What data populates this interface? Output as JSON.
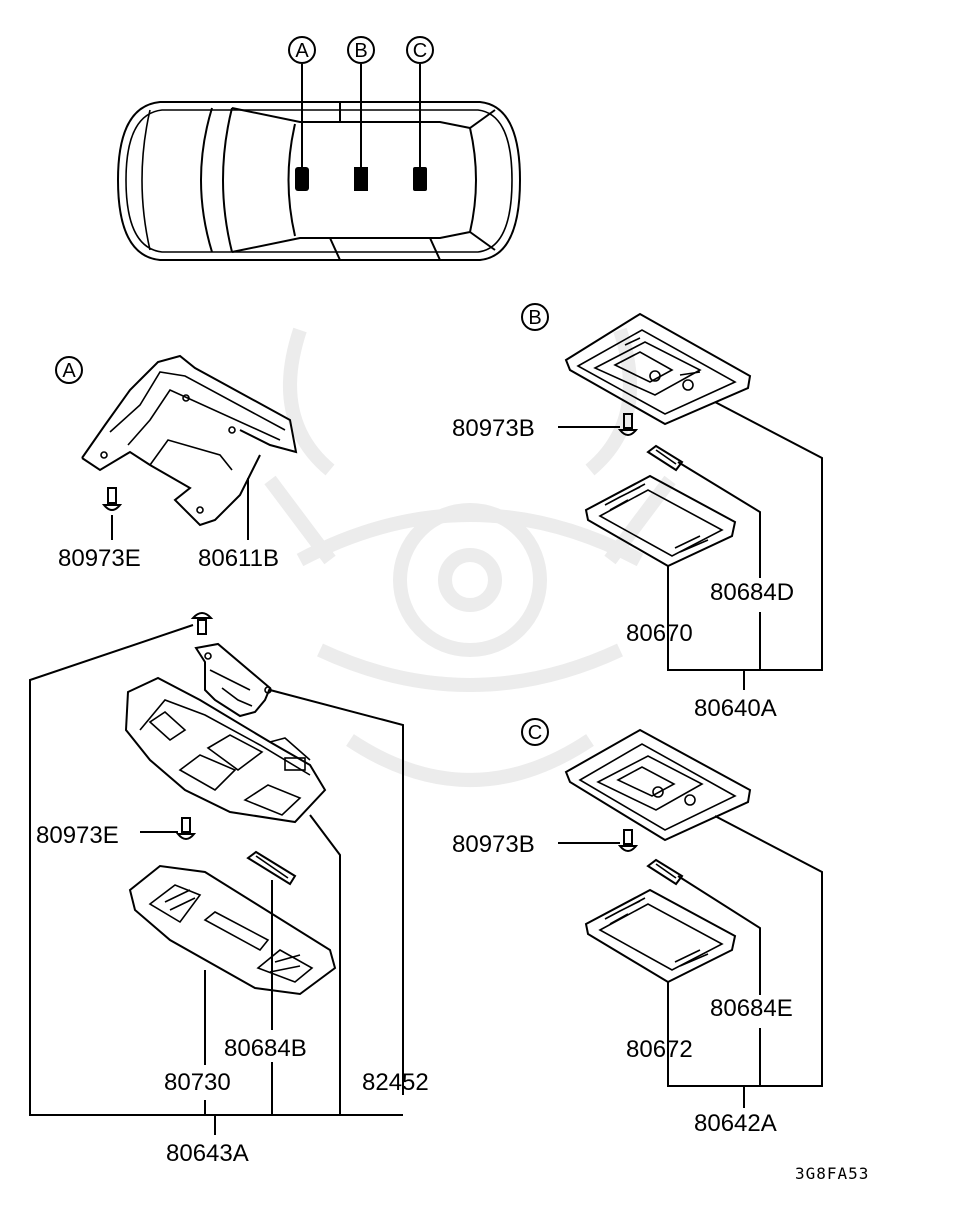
{
  "diagram": {
    "callouts": [
      "A",
      "B",
      "C"
    ],
    "section_labels": {
      "a": "A",
      "b": "B",
      "c": "C"
    },
    "parts": {
      "p80973E_a": "80973E",
      "p80611B": "80611B",
      "p80973B_b": "80973B",
      "p80684D": "80684D",
      "p80670": "80670",
      "p80640A": "80640A",
      "p80973E_main": "80973E",
      "p80684B": "80684B",
      "p80730": "80730",
      "p82452": "82452",
      "p80643A": "80643A",
      "p80973B_c": "80973B",
      "p80684E": "80684E",
      "p80672": "80672",
      "p80642A": "80642A"
    },
    "diagram_id": "3G8FA53"
  }
}
